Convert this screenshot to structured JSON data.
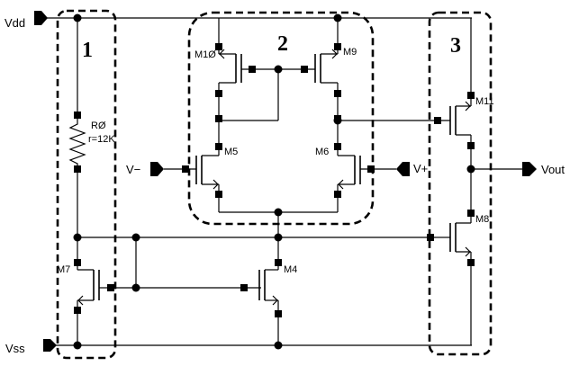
{
  "ports": {
    "vdd": "Vdd",
    "vss": "Vss",
    "vminus": "V−",
    "vplus": "V+",
    "vout": "Vout"
  },
  "blocks": {
    "b1": "1",
    "b2": "2",
    "b3": "3"
  },
  "components": {
    "r0_name": "RØ",
    "r0_value": "r=12K",
    "m10": "M1Ø",
    "m9": "M9",
    "m5": "M5",
    "m6": "M6",
    "m11": "M11",
    "m8": "M8",
    "m7": "M7",
    "m4": "M4"
  }
}
